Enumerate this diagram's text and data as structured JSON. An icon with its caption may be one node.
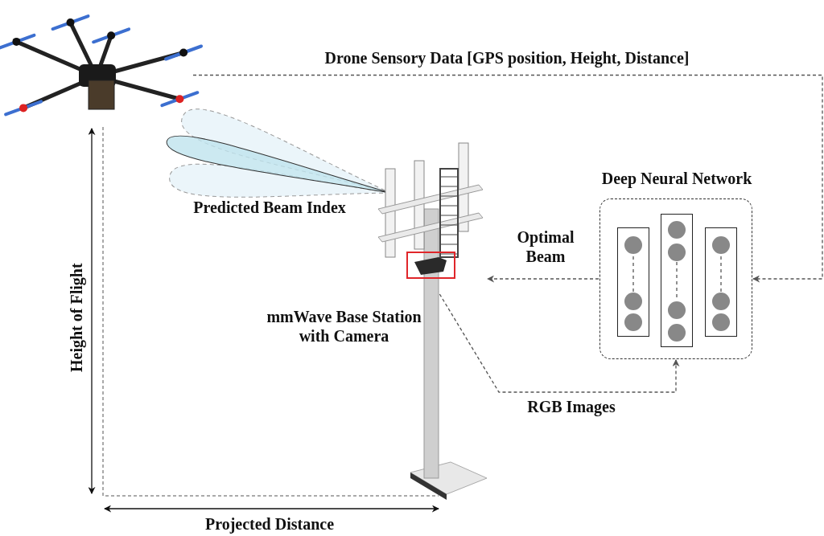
{
  "diagram": {
    "nodes": [
      {
        "text": [],
        "shape": "picture"
      },
      {
        "text": [],
        "shape": "picture",
        "beside": [
          "mmWave Base Station with Camera"
        ]
      },
      {
        "text": [],
        "shape": "box",
        "in": 1
      },
      {
        "text": [
          "Deep Neural Network"
        ]
      },
      {
        "text": [],
        "shape": "box",
        "in": 3
      },
      {
        "text": [],
        "shape": "box",
        "in": 3
      },
      {
        "text": [],
        "shape": "box",
        "in": 3
      }
    ],
    "edges": [
      {
        "from": 0,
        "to": 3,
        "arrow": "to",
        "style": "dashed",
        "label": "Drone Sensory Data [GPS position, Height, Distance]"
      },
      {
        "from": 3,
        "to": 1,
        "arrow": "to",
        "style": "dashed",
        "label": "Optimal Beam"
      },
      {
        "from": 2,
        "to": 3,
        "arrow": "to",
        "style": "dashed",
        "label": "RGB Images"
      }
    ],
    "labels": [
      "Predicted Beam Index",
      "Height of Flight",
      "Projected Distance"
    ]
  }
}
